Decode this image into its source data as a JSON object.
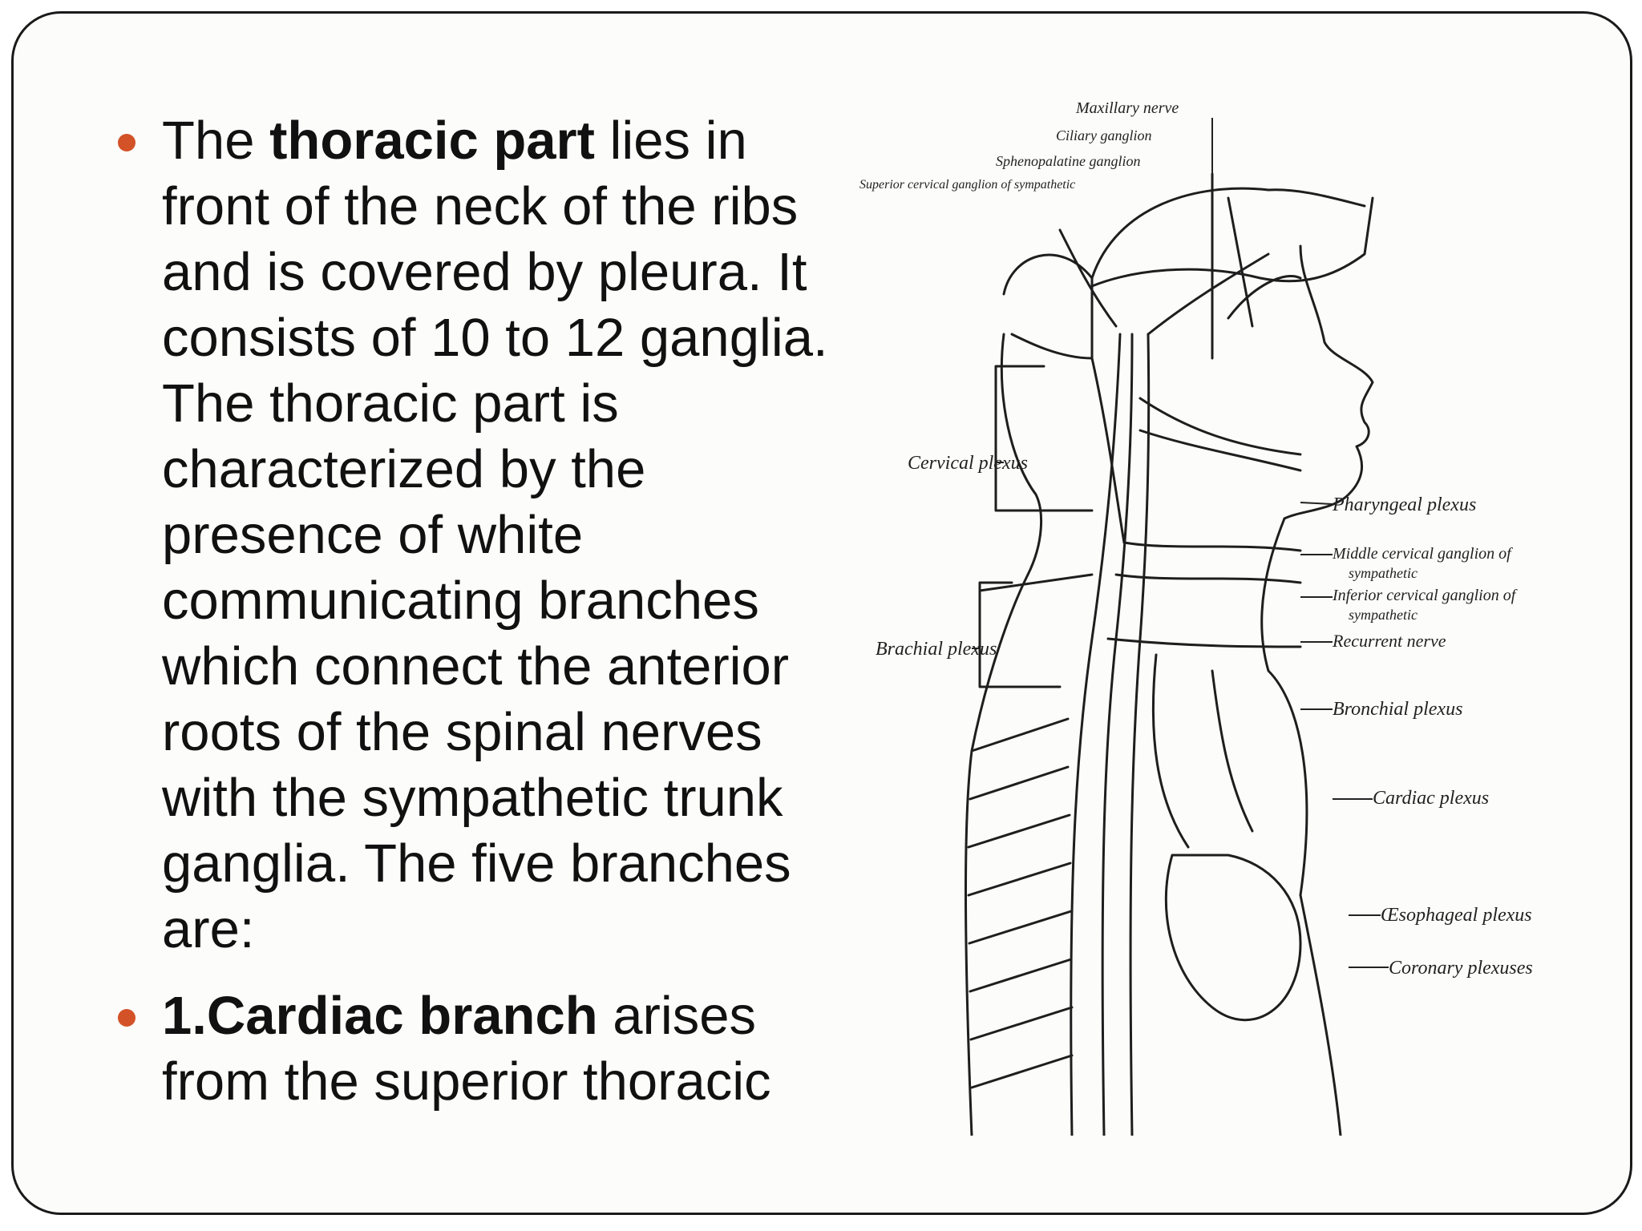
{
  "bullets": [
    {
      "pre": "The ",
      "bold": "thoracic part",
      "post": " lies in front of the neck of the ribs and is covered by pleura. It consists of 10 to 12 ganglia. The thoracic part is characterized by the presence of white communicating branches which connect the anterior roots of the spinal nerves with the sympathetic trunk ganglia. The five branches are:"
    },
    {
      "pre": "",
      "bold": "1.Cardiac branch",
      "post": " arises from the superior thoracic"
    }
  ],
  "diagram": {
    "labels": {
      "maxillary": "Maxillary nerve",
      "ciliary": "Ciliary ganglion",
      "sphenopalatine": "Sphenopalatine ganglion",
      "superior_cervical": "Superior cervical ganglion of sympathetic",
      "cervical_plexus": "Cervical plexus",
      "pharyngeal": "Pharyngeal plexus",
      "middle_cervical_1": "Middle cervical ganglion of",
      "middle_cervical_2": "sympathetic",
      "inferior_cervical_1": "Inferior cervical ganglion of",
      "inferior_cervical_2": "sympathetic",
      "recurrent": "Recurrent nerve",
      "brachial_left": "Brachial plexus",
      "bronchial": "Bronchial plexus",
      "cardiac": "Cardiac plexus",
      "oesophageal": "Œsophageal plexus",
      "coronary": "Coronary plexuses"
    }
  },
  "colors": {
    "bullet": "#d35227",
    "frame": "#1a1a1a",
    "text": "#111111"
  }
}
